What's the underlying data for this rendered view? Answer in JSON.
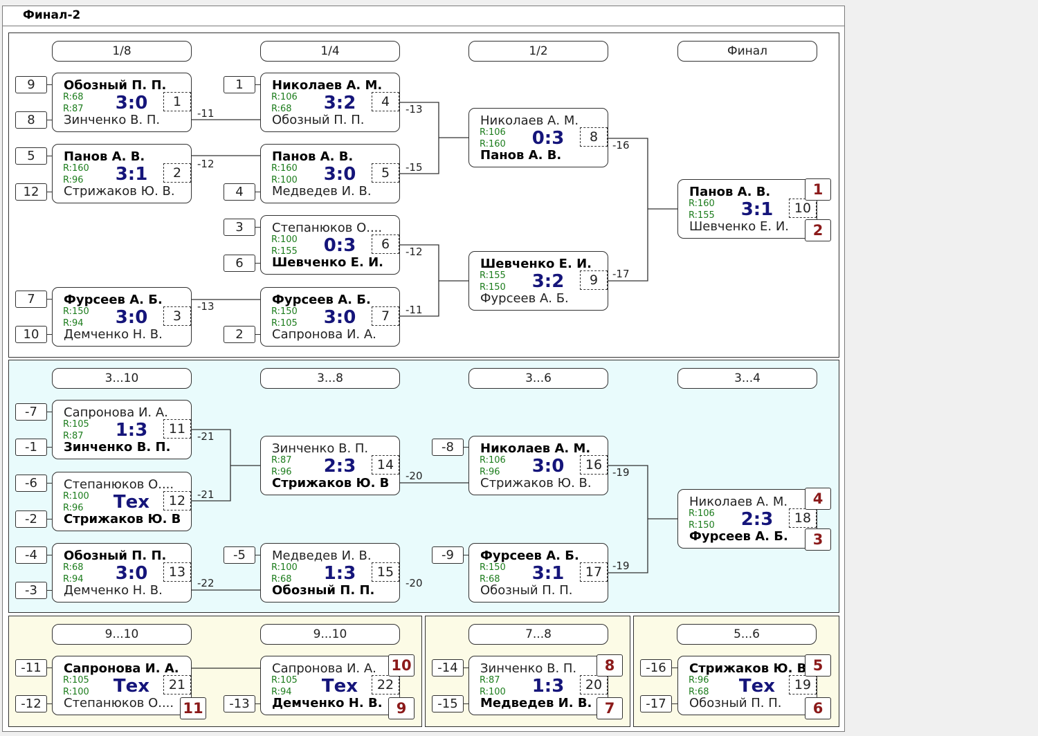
{
  "title": "Финал-2",
  "rounds": [
    "1/8",
    "1/4",
    "1/2",
    "Финал",
    "3...10",
    "3...8",
    "3...6",
    "3...4",
    "9...10",
    "9...10",
    "7...8",
    "5...6"
  ],
  "matches": [
    {
      "num": "1",
      "p1": "Обозный П. П.",
      "p2": "Зинченко В. П.",
      "r1": "R:68",
      "r2": "R:87",
      "score": "3:0",
      "win": 1
    },
    {
      "num": "2",
      "p1": "Панов А. В.",
      "p2": "Стрижаков Ю. В.",
      "r1": "R:160",
      "r2": "R:96",
      "score": "3:1",
      "win": 1
    },
    {
      "num": "3",
      "p1": "Фурсеев А. Б.",
      "p2": "Демченко Н. В.",
      "r1": "R:150",
      "r2": "R:94",
      "score": "3:0",
      "win": 1
    },
    {
      "num": "4",
      "p1": "Николаев А. М.",
      "p2": "Обозный П. П.",
      "r1": "R:106",
      "r2": "R:68",
      "score": "3:2",
      "win": 1
    },
    {
      "num": "5",
      "p1": "Панов А. В.",
      "p2": "Медведев И. В.",
      "r1": "R:160",
      "r2": "R:100",
      "score": "3:0",
      "win": 1
    },
    {
      "num": "6",
      "p1": "Степанюков О....",
      "p2": "Шевченко Е. И.",
      "r1": "R:100",
      "r2": "R:155",
      "score": "0:3",
      "win": 2
    },
    {
      "num": "7",
      "p1": "Фурсеев А. Б.",
      "p2": "Сапронова И. А.",
      "r1": "R:150",
      "r2": "R:105",
      "score": "3:0",
      "win": 1
    },
    {
      "num": "8",
      "p1": "Николаев А. М.",
      "p2": "Панов А. В.",
      "r1": "R:106",
      "r2": "R:160",
      "score": "0:3",
      "win": 2
    },
    {
      "num": "9",
      "p1": "Шевченко Е. И.",
      "p2": "Фурсеев А. Б.",
      "r1": "R:155",
      "r2": "R:150",
      "score": "3:2",
      "win": 1
    },
    {
      "num": "10",
      "p1": "Панов А. В.",
      "p2": "Шевченко Е. И.",
      "r1": "R:160",
      "r2": "R:155",
      "score": "3:1",
      "win": 1
    },
    {
      "num": "11",
      "p1": "Сапронова И. А.",
      "p2": "Зинченко В. П.",
      "r1": "R:105",
      "r2": "R:87",
      "score": "1:3",
      "win": 2
    },
    {
      "num": "12",
      "p1": "Степанюков О....",
      "p2": "Стрижаков Ю. В.",
      "r1": "R:100",
      "r2": "R:96",
      "score": "Тех",
      "win": 2
    },
    {
      "num": "13",
      "p1": "Обозный П. П.",
      "p2": "Демченко Н. В.",
      "r1": "R:68",
      "r2": "R:94",
      "score": "3:0",
      "win": 1
    },
    {
      "num": "14",
      "p1": "Зинченко В. П.",
      "p2": "Стрижаков Ю. В.",
      "r1": "R:87",
      "r2": "R:96",
      "score": "2:3",
      "win": 2
    },
    {
      "num": "15",
      "p1": "Медведев И. В.",
      "p2": "Обозный П. П.",
      "r1": "R:100",
      "r2": "R:68",
      "score": "1:3",
      "win": 2
    },
    {
      "num": "16",
      "p1": "Николаев А. М.",
      "p2": "Стрижаков Ю. В.",
      "r1": "R:106",
      "r2": "R:96",
      "score": "3:0",
      "win": 1
    },
    {
      "num": "17",
      "p1": "Фурсеев А. Б.",
      "p2": "Обозный П. П.",
      "r1": "R:150",
      "r2": "R:68",
      "score": "3:1",
      "win": 1
    },
    {
      "num": "18",
      "p1": "Николаев А. М.",
      "p2": "Фурсеев А. Б.",
      "r1": "R:106",
      "r2": "R:150",
      "score": "2:3",
      "win": 2
    },
    {
      "num": "21",
      "p1": "Сапронова И. А.",
      "p2": "Степанюков О....",
      "r1": "R:105",
      "r2": "R:100",
      "score": "Тех",
      "win": 1
    },
    {
      "num": "22",
      "p1": "Сапронова И. А.",
      "p2": "Демченко Н. В.",
      "r1": "R:105",
      "r2": "R:94",
      "score": "Тех",
      "win": 2
    },
    {
      "num": "20",
      "p1": "Зинченко В. П.",
      "p2": "Медведев И. В.",
      "r1": "R:87",
      "r2": "R:100",
      "score": "1:3",
      "win": 2
    },
    {
      "num": "19",
      "p1": "Стрижаков Ю. В.",
      "p2": "Обозный П. П.",
      "r1": "R:96",
      "r2": "R:68",
      "score": "Тех",
      "win": 1
    }
  ],
  "seeds": [
    "9",
    "8",
    "5",
    "12",
    "7",
    "10",
    "1",
    "4",
    "3",
    "6",
    "2",
    "-7",
    "-1",
    "-6",
    "-2",
    "-4",
    "-3",
    "-5",
    "-8",
    "-9",
    "-11",
    "-12",
    "-13",
    "-14",
    "-15",
    "-16",
    "-17"
  ],
  "links": [
    "-11",
    "-12",
    "-13",
    "-13",
    "-15",
    "-12",
    "-11",
    "-16",
    "-17",
    "-21",
    "-21",
    "-22",
    "-20",
    "-20",
    "-19",
    "-19"
  ],
  "places": [
    "1",
    "2",
    "4",
    "3",
    "10",
    "11",
    "9",
    "8",
    "7",
    "5",
    "6"
  ]
}
